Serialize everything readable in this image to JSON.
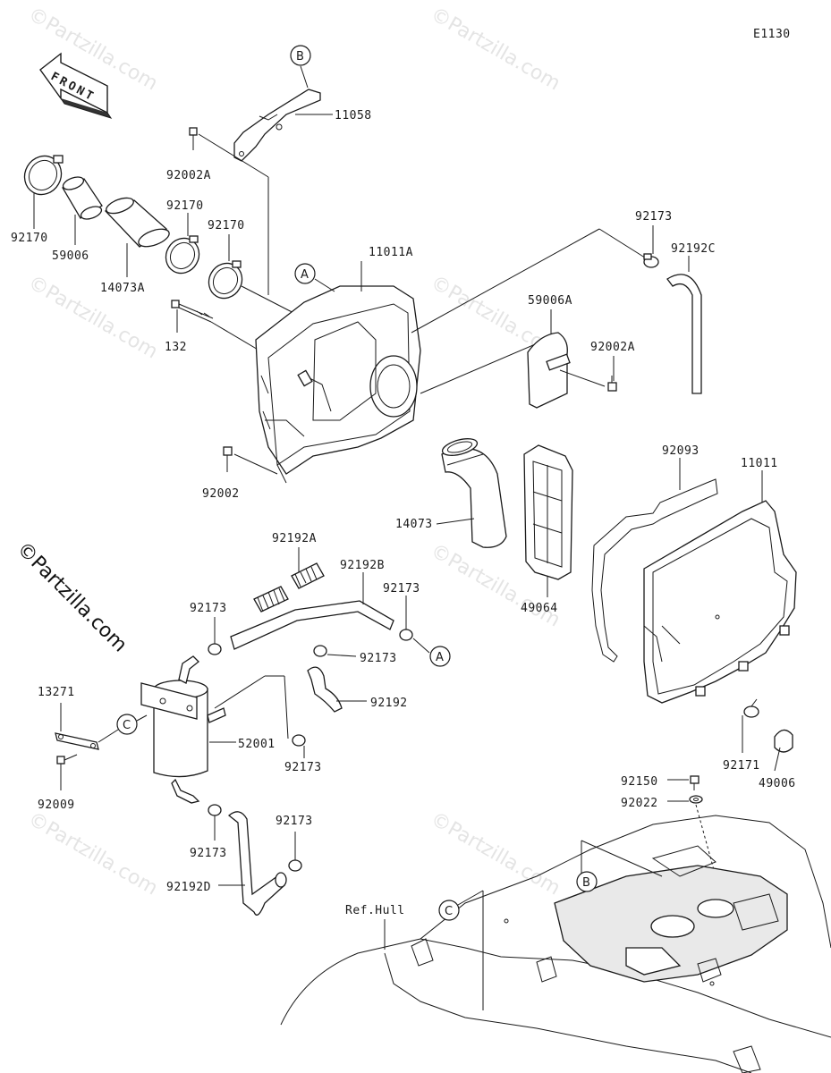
{
  "diagram_code": "E1130",
  "front_label": "FRONT",
  "brand": "©Partzilla.com",
  "watermark": "©Partzilla.com",
  "ref_hull": "Ref.Hull",
  "refs": {
    "a": "A",
    "b": "B",
    "c": "C"
  },
  "parts": {
    "p11058": "11058",
    "p92002A_top": "92002A",
    "p92170_left": "92170",
    "p59006": "59006",
    "p92170_mid1": "92170",
    "p92170_mid2": "92170",
    "p14073A": "14073A",
    "p132": "132",
    "p11011A": "11011A",
    "p92173_top": "92173",
    "p92192C": "92192C",
    "p59006A": "59006A",
    "p92002A_right": "92002A",
    "p92002": "92002",
    "p14073": "14073",
    "p92093": "92093",
    "p11011": "11011",
    "p49064": "49064",
    "p92192A": "92192A",
    "p92192B": "92192B",
    "p92173_a": "92173",
    "p92173_b": "92173",
    "p92173_c": "92173",
    "p92192": "92192",
    "p13271": "13271",
    "p52001": "52001",
    "p92173_d": "92173",
    "p92009": "92009",
    "p92173_e": "92173",
    "p92173_f": "92173",
    "p92192D": "92192D",
    "p92171": "92171",
    "p49006": "49006",
    "p92150": "92150",
    "p92022": "92022"
  }
}
